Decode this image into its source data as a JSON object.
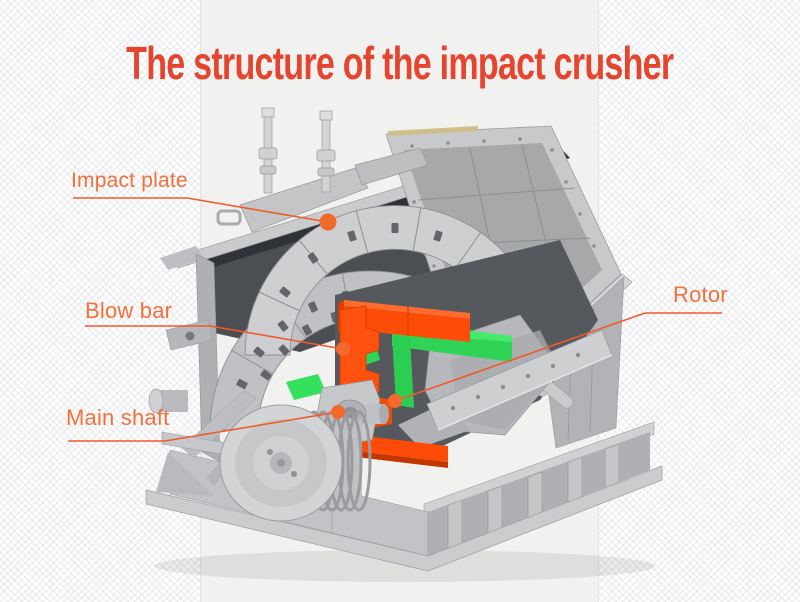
{
  "title": "The structure of the impact crusher",
  "labels": {
    "impact_plate": "Impact plate",
    "blow_bar": "Blow bar",
    "rotor": "Rotor",
    "main_shaft": "Main shaft"
  },
  "colors": {
    "title_text": "#e5452f",
    "label_text": "#f4703a",
    "leader_line": "#f15a2b",
    "callout_dot": "#f26a2b",
    "machine_grey": "#c6c8ca",
    "machine_dark": "#2f3236",
    "blow_bar_orange": "#ff4d0d",
    "rotor_green": "#35e05c",
    "center_panel_bg": "#f1f1ef"
  },
  "diagram": {
    "type": "labeled-cutaway-illustration",
    "subject": "impact crusher",
    "parts": [
      "Impact plate",
      "Blow bar",
      "Rotor",
      "Main shaft"
    ]
  }
}
